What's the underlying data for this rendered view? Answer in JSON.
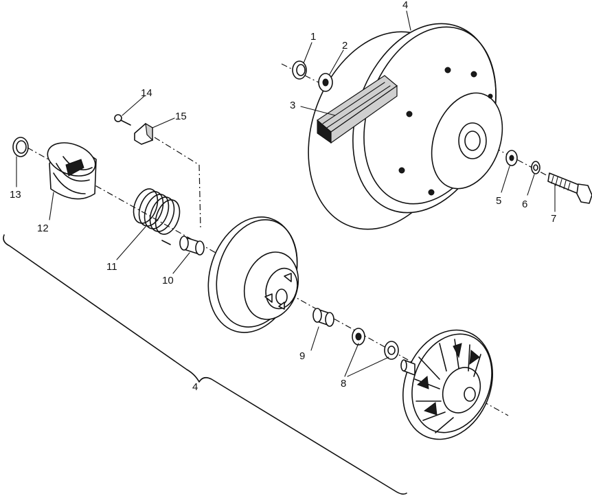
{
  "callouts": {
    "c1": "1",
    "c2": "2",
    "c3": "3",
    "c4_top": "4",
    "c5": "5",
    "c6": "6",
    "c7": "7",
    "c8": "8",
    "c9": "9",
    "c10": "10",
    "c11": "11",
    "c12": "12",
    "c13": "13",
    "c14": "14",
    "c15": "15",
    "c4_bracket": "4"
  },
  "colors": {
    "ink": "#111111",
    "paper": "#ffffff"
  },
  "icons": [
    "exploded-clutch-diagram"
  ]
}
